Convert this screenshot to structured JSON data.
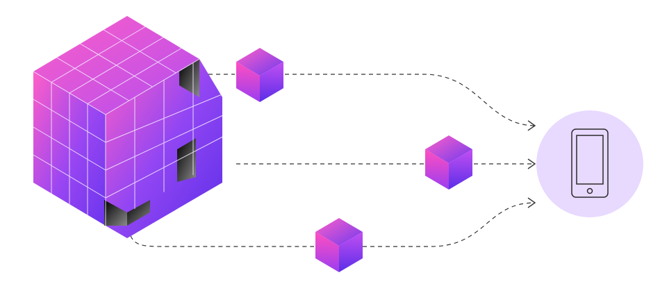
{
  "diagram": {
    "colors": {
      "cube_pink": "#ff5fc8",
      "cube_purple": "#7a3cf2",
      "cube_deep_purple": "#5b2ee8",
      "grid_line": "#f3e8ff",
      "void": "#111111",
      "connector": "#333333",
      "device_circle": "#e8d9ff",
      "device_outline": "#2a2a2a"
    },
    "icons": {
      "source": "data-cube-icon",
      "packets": [
        "data-packet-icon",
        "data-packet-icon",
        "data-packet-icon"
      ],
      "target": "mobile-phone-icon"
    },
    "connections": [
      "top-curve",
      "middle-straight",
      "bottom-curve"
    ]
  }
}
